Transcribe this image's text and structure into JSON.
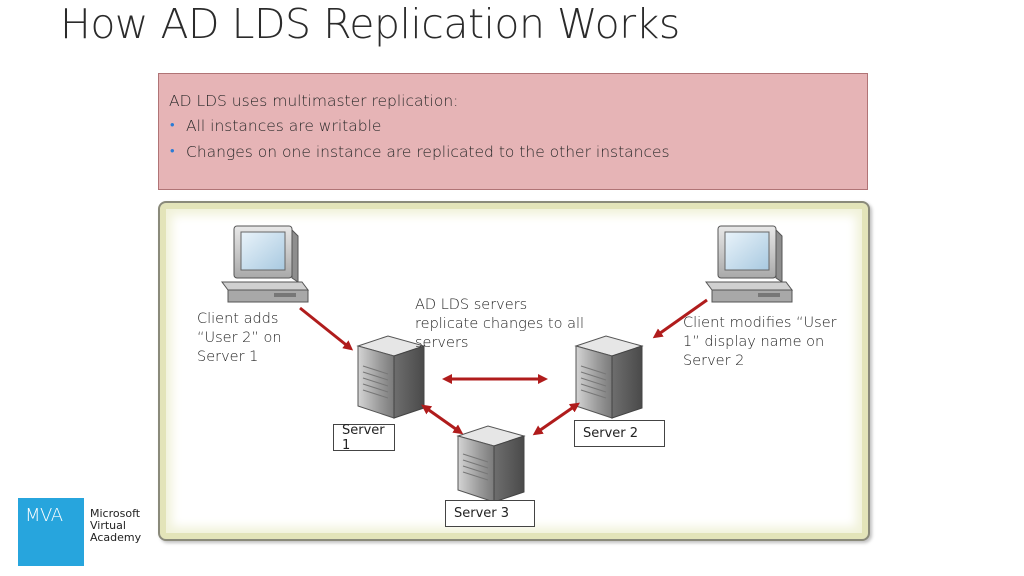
{
  "slide": {
    "title": "How AD LDS Replication Works"
  },
  "info": {
    "intro": "AD LDS uses multimaster replication:",
    "bullets": [
      "All instances are writable",
      "Changes on one instance are replicated to the other instances"
    ]
  },
  "diagram": {
    "client_left_caption": "Client adds\n“User 2” on\nServer 1",
    "center_caption": "AD LDS servers\nreplicate changes to all\nservers",
    "client_right_caption": "Client modifies “User\n1” display name on\nServer 2",
    "servers": [
      "Server 1",
      "Server 2",
      "Server 3"
    ],
    "arrow_color": "#b01c1c"
  },
  "logo": {
    "badge": "MVA",
    "text": "Microsoft\nVirtual\nAcademy",
    "color": "#27a5dd"
  }
}
